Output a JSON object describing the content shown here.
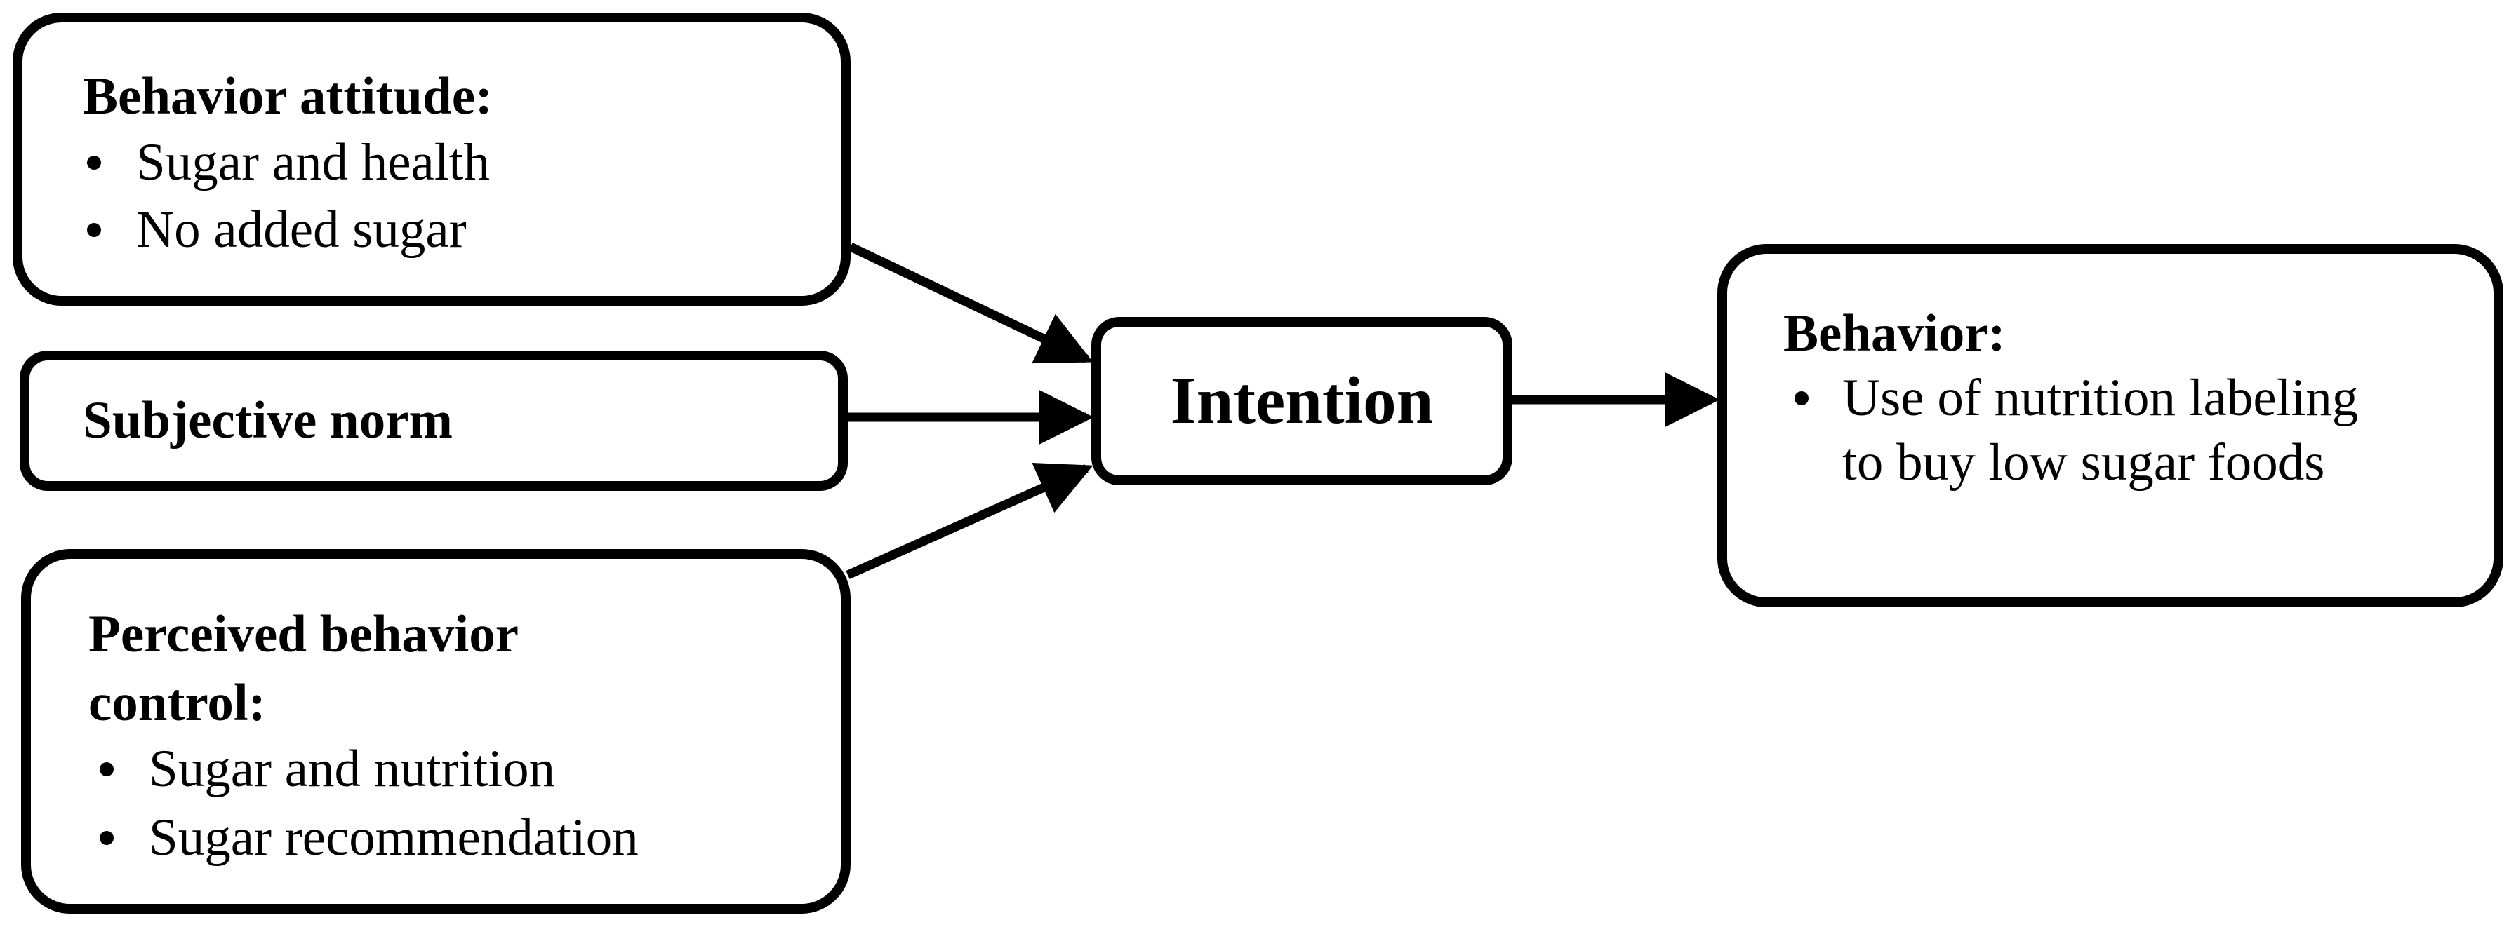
{
  "attitude": {
    "title": "Behavior attitude:",
    "items": [
      "Sugar and health",
      "No added sugar"
    ]
  },
  "norm": {
    "title": "Subjective norm"
  },
  "control": {
    "title_line1": "Perceived behavior",
    "title_line2": "control:",
    "items": [
      "Sugar and nutrition",
      "Sugar recommendation"
    ]
  },
  "intention": {
    "title": "Intention"
  },
  "behavior": {
    "title": "Behavior:",
    "item_line1": "Use of nutrition labeling",
    "item_line2": "to buy low sugar foods"
  },
  "arrows": [
    {
      "from": "Behavior attitude",
      "to": "Intention"
    },
    {
      "from": "Subjective norm",
      "to": "Intention"
    },
    {
      "from": "Perceived behavior control",
      "to": "Intention"
    },
    {
      "from": "Intention",
      "to": "Behavior"
    }
  ]
}
